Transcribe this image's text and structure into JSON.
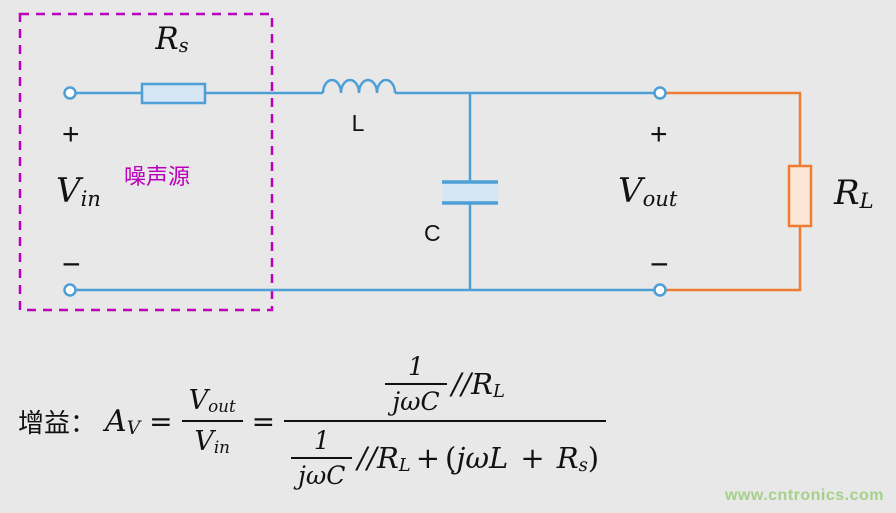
{
  "circuit": {
    "noise_label": "噪声源",
    "rs": {
      "base": "R",
      "sub": "s"
    },
    "l_label": "L",
    "c_label": "C",
    "vin": {
      "base": "V",
      "sub": "in"
    },
    "vout": {
      "base": "V",
      "sub": "out"
    },
    "rl": {
      "base": "R",
      "sub": "L"
    },
    "polarity": {
      "plus": "+",
      "minus": "−"
    },
    "colors": {
      "wire_blue": "#4d9fd6",
      "component_fill_blue": "#d6e6f5",
      "load_orange": "#ed7d31",
      "load_fill": "#fbe5d6",
      "noise_box_magenta": "#bb00bb"
    }
  },
  "formula": {
    "prefix": "增益：",
    "av": {
      "base": "A",
      "sub": "V"
    },
    "equals": "=",
    "vout": {
      "base": "V",
      "sub": "out"
    },
    "vin": {
      "base": "V",
      "sub": "in"
    },
    "one": "1",
    "jwc": "jωC",
    "parallel": "//",
    "rl": {
      "base": "R",
      "sub": "L"
    },
    "plus": "+",
    "open_paren": "(",
    "jwl": "jωL",
    "rs": {
      "base": "R",
      "sub": "s"
    },
    "close_paren": ")"
  },
  "watermark": "www.cntronics.com"
}
